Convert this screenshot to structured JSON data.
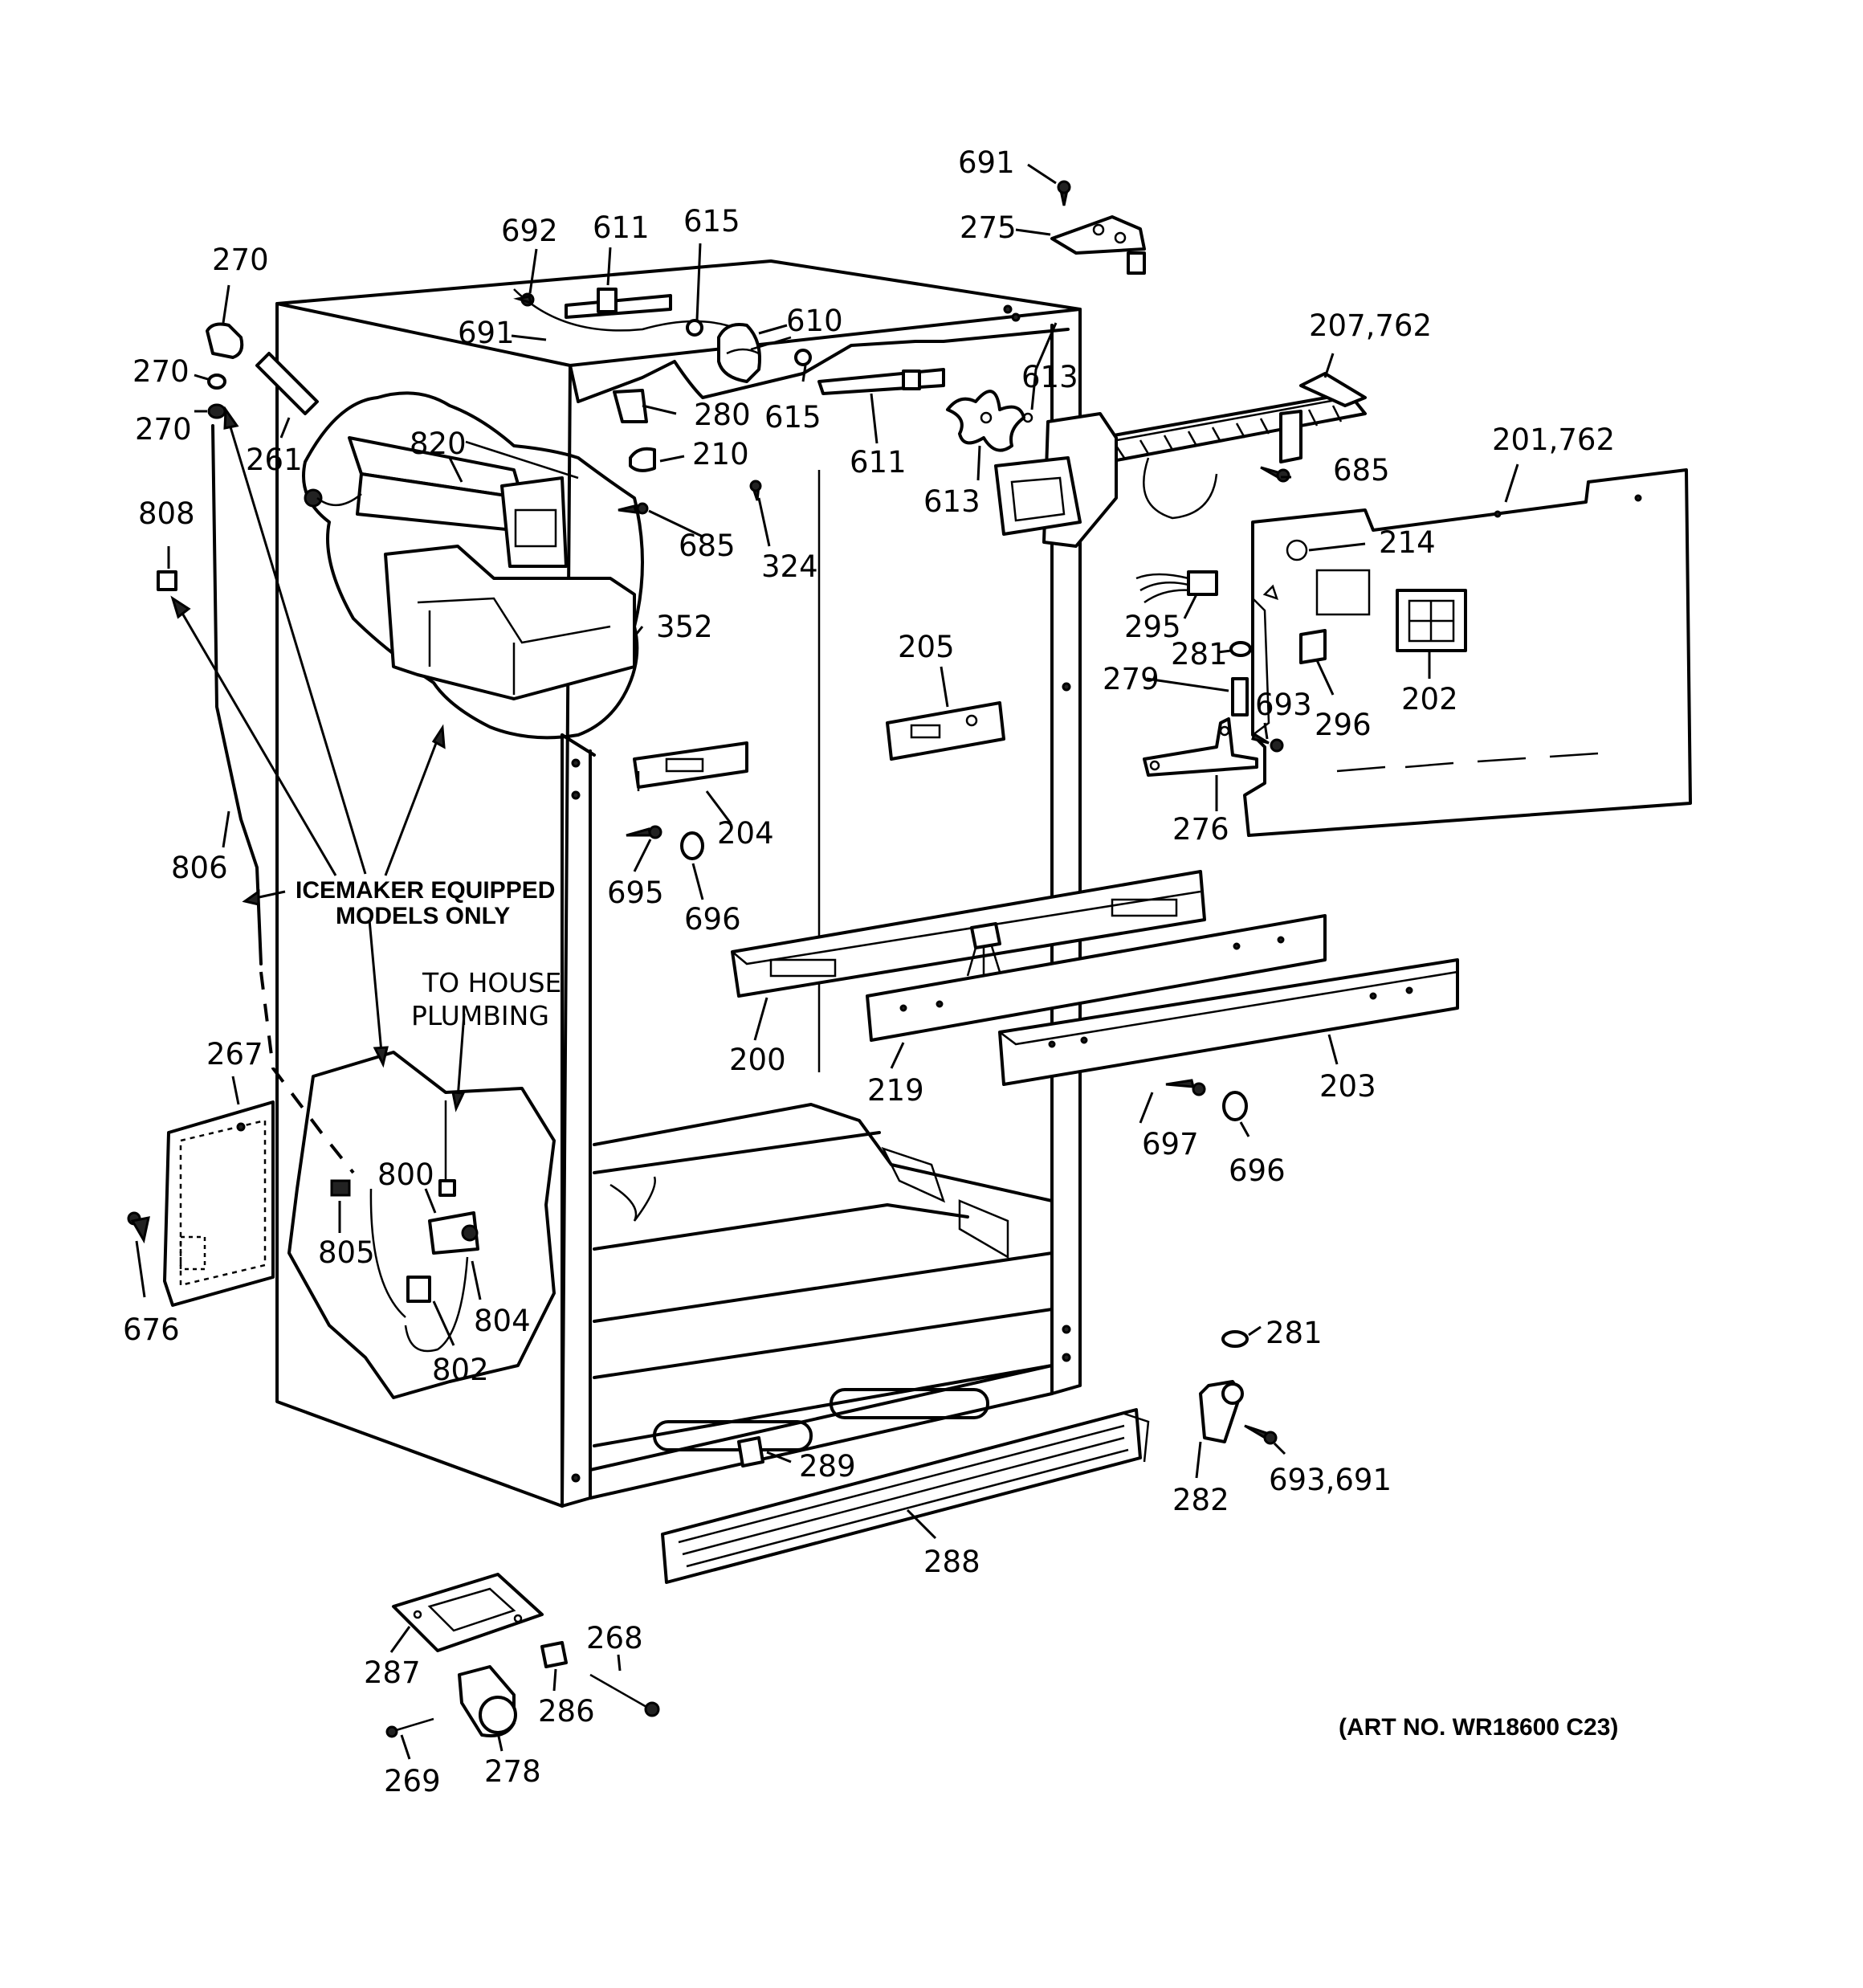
{
  "labels": [
    {
      "text": "691"
    },
    {
      "text": "275"
    },
    {
      "text": "692"
    },
    {
      "text": "611"
    },
    {
      "text": "615"
    },
    {
      "text": "270"
    },
    {
      "text": "610"
    },
    {
      "text": "691"
    },
    {
      "text": "270"
    },
    {
      "text": "613"
    },
    {
      "text": "207,762"
    },
    {
      "text": "270"
    },
    {
      "text": "261"
    },
    {
      "text": "820"
    },
    {
      "text": "280"
    },
    {
      "text": "615"
    },
    {
      "text": "611"
    },
    {
      "text": "613"
    },
    {
      "text": "685"
    },
    {
      "text": "210"
    },
    {
      "text": "201,762"
    },
    {
      "text": "808"
    },
    {
      "text": "685"
    },
    {
      "text": "324"
    },
    {
      "text": "214"
    },
    {
      "text": "352"
    },
    {
      "text": "295"
    },
    {
      "text": "205"
    },
    {
      "text": "281"
    },
    {
      "text": "279"
    },
    {
      "text": "693"
    },
    {
      "text": "296"
    },
    {
      "text": "202"
    },
    {
      "text": "204"
    },
    {
      "text": "276"
    },
    {
      "text": "806"
    },
    {
      "text": "695"
    },
    {
      "text": "696"
    },
    {
      "text": "200"
    },
    {
      "text": "219"
    },
    {
      "text": "203"
    },
    {
      "text": "267"
    },
    {
      "text": "697"
    },
    {
      "text": "696"
    },
    {
      "text": "800"
    },
    {
      "text": "805"
    },
    {
      "text": "676"
    },
    {
      "text": "804"
    },
    {
      "text": "802"
    },
    {
      "text": "281"
    },
    {
      "text": "289"
    },
    {
      "text": "282"
    },
    {
      "text": "693,691"
    },
    {
      "text": "288"
    },
    {
      "text": "268"
    },
    {
      "text": "287"
    },
    {
      "text": "286"
    },
    {
      "text": "269"
    },
    {
      "text": "278"
    }
  ],
  "notes": {
    "icemaker_line1": "ICEMAKER EQUIPPED",
    "icemaker_line2": "MODELS ONLY",
    "plumbing_line1": "TO HOUSE",
    "plumbing_line2": "PLUMBING"
  },
  "art_number": "(ART NO. WR18600 C23)"
}
